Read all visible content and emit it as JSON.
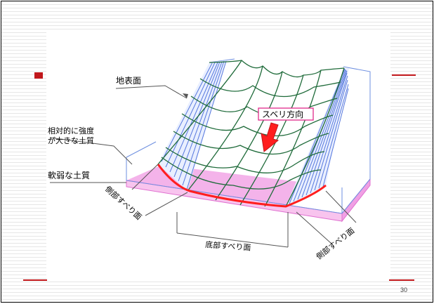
{
  "slide": {
    "page_number": "30",
    "colors": {
      "accent": "#c0171b",
      "surface_outline": "#6e8fe0",
      "mesh_lines": "#1f6b3a",
      "slip_surface": "#ff1e1e",
      "soft_layer": "#f2a6e6",
      "stripes": "#e6e6e6"
    }
  },
  "figure": {
    "labels": {
      "ground_surface": "地表面",
      "stronger_soil_line1": "相対的に強度",
      "stronger_soil_line2": "が大きな土質",
      "weak_soil": "軟弱な土質",
      "slide_direction": "スベリ方向",
      "side_slip_left": "側部すべり面",
      "bottom_slip": "底部すべり面",
      "side_slip_right": "側部すべり面"
    }
  }
}
